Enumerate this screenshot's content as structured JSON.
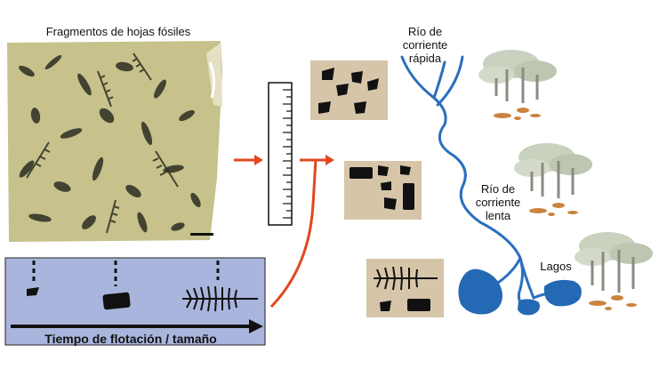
{
  "labels": {
    "fossil_title": "Fragmentos de hojas fósiles",
    "flotation_axis": "Tiempo de flotación / tamaño",
    "fast_river": [
      "Río de",
      "corriente",
      "rápida"
    ],
    "slow_river": [
      "Río de",
      "corriente",
      "lenta"
    ],
    "lakes": "Lagos"
  },
  "colors": {
    "sediment_box": "#d6c5a9",
    "fragment": "#111111",
    "water": "#2469b3",
    "river_line": "#2a6fbe",
    "arrow": "#e0481e",
    "flotation_panel": "#a9b5dc",
    "rock": "#c7c28c",
    "tree_foliage": "#c9d1bf",
    "leaf_litter": "#c9843f"
  },
  "icons": [
    "ruler-icon",
    "tree-cluster-icon",
    "fern-leaf-icon",
    "fragment-icon"
  ]
}
